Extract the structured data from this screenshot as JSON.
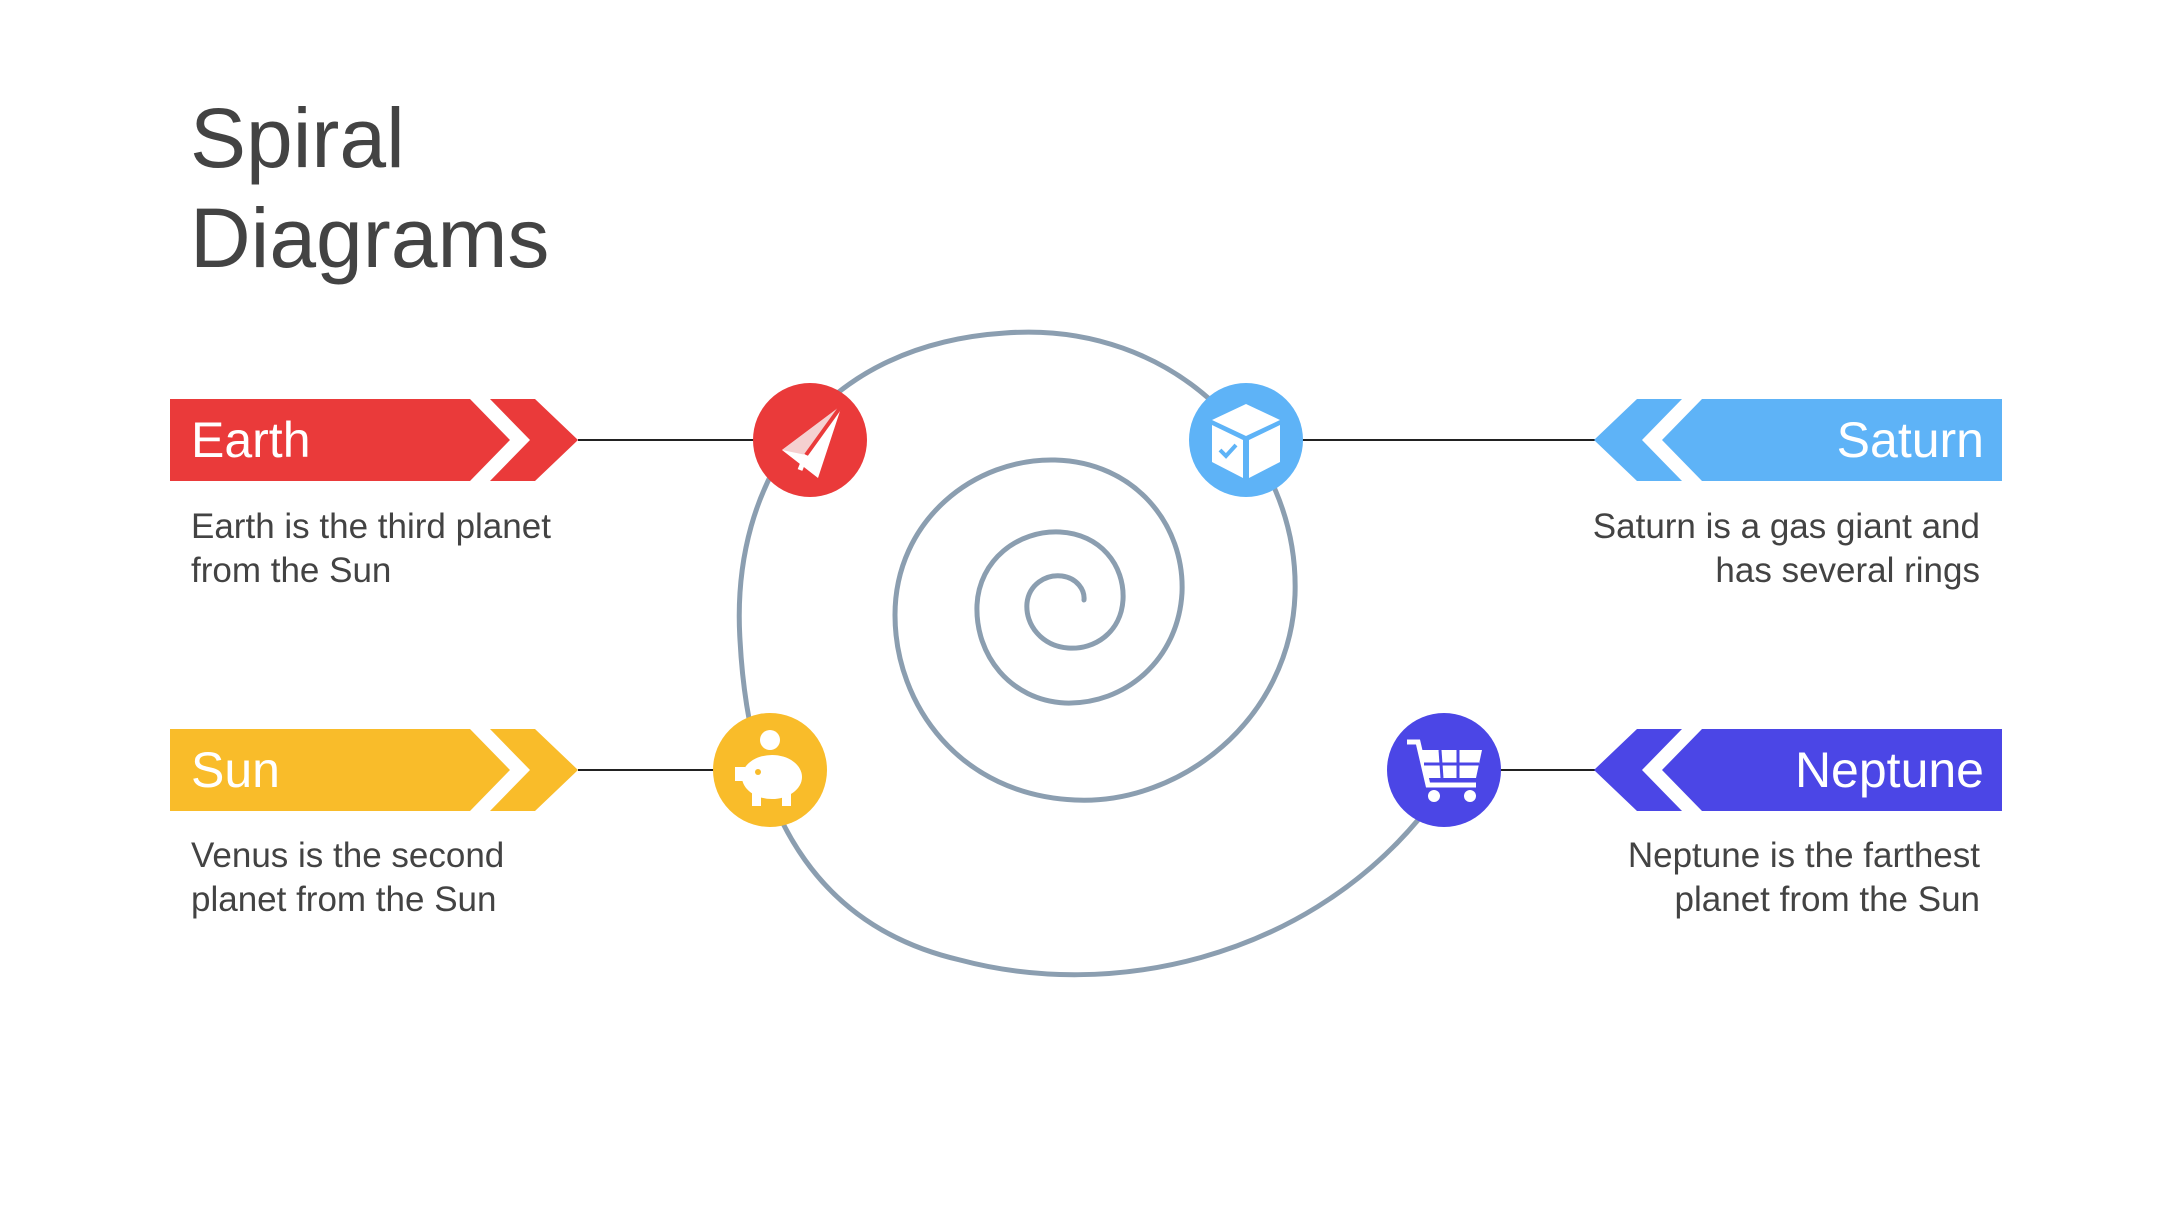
{
  "title": {
    "line1": "Spiral",
    "line2": "Diagrams"
  },
  "items": [
    {
      "label": "Earth",
      "desc1": "Earth is the third planet",
      "desc2": "from the Sun",
      "color": "#ea3a3a",
      "icon": "paper-plane-icon"
    },
    {
      "label": "Saturn",
      "desc1": "Saturn is a gas giant and",
      "desc2": "has several rings",
      "color": "#5eb3f7",
      "icon": "package-box-icon"
    },
    {
      "label": "Sun",
      "desc1": "Venus is the second",
      "desc2": "planet from the Sun",
      "color": "#f9bc2a",
      "icon": "piggy-bank-icon"
    },
    {
      "label": "Neptune",
      "desc1": "Neptune is the farthest",
      "desc2": "planet from the Sun",
      "color": "#4b46e6",
      "icon": "shopping-cart-icon"
    }
  ],
  "colors": {
    "spiral": "#8b9eb0",
    "connector": "#222222",
    "text": "#434343"
  }
}
